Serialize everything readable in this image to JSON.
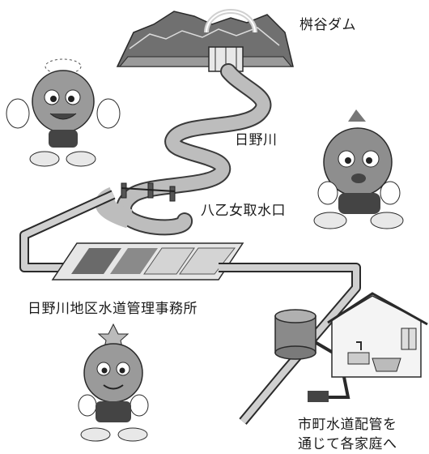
{
  "labels": {
    "dam": "桝谷ダム",
    "river": "日野川",
    "intake": "八乙女取水口",
    "office": "日野川地区水道管理事務所",
    "homes_line1": "市町水道配管を",
    "homes_line2": "通じて各家庭へ"
  },
  "colors": {
    "river": "#bdbdbd",
    "river_edge": "#3a3a3a",
    "mountain": "#6f6f6f",
    "pipe": "#c8c8c8",
    "character": "#9a9a9a"
  }
}
